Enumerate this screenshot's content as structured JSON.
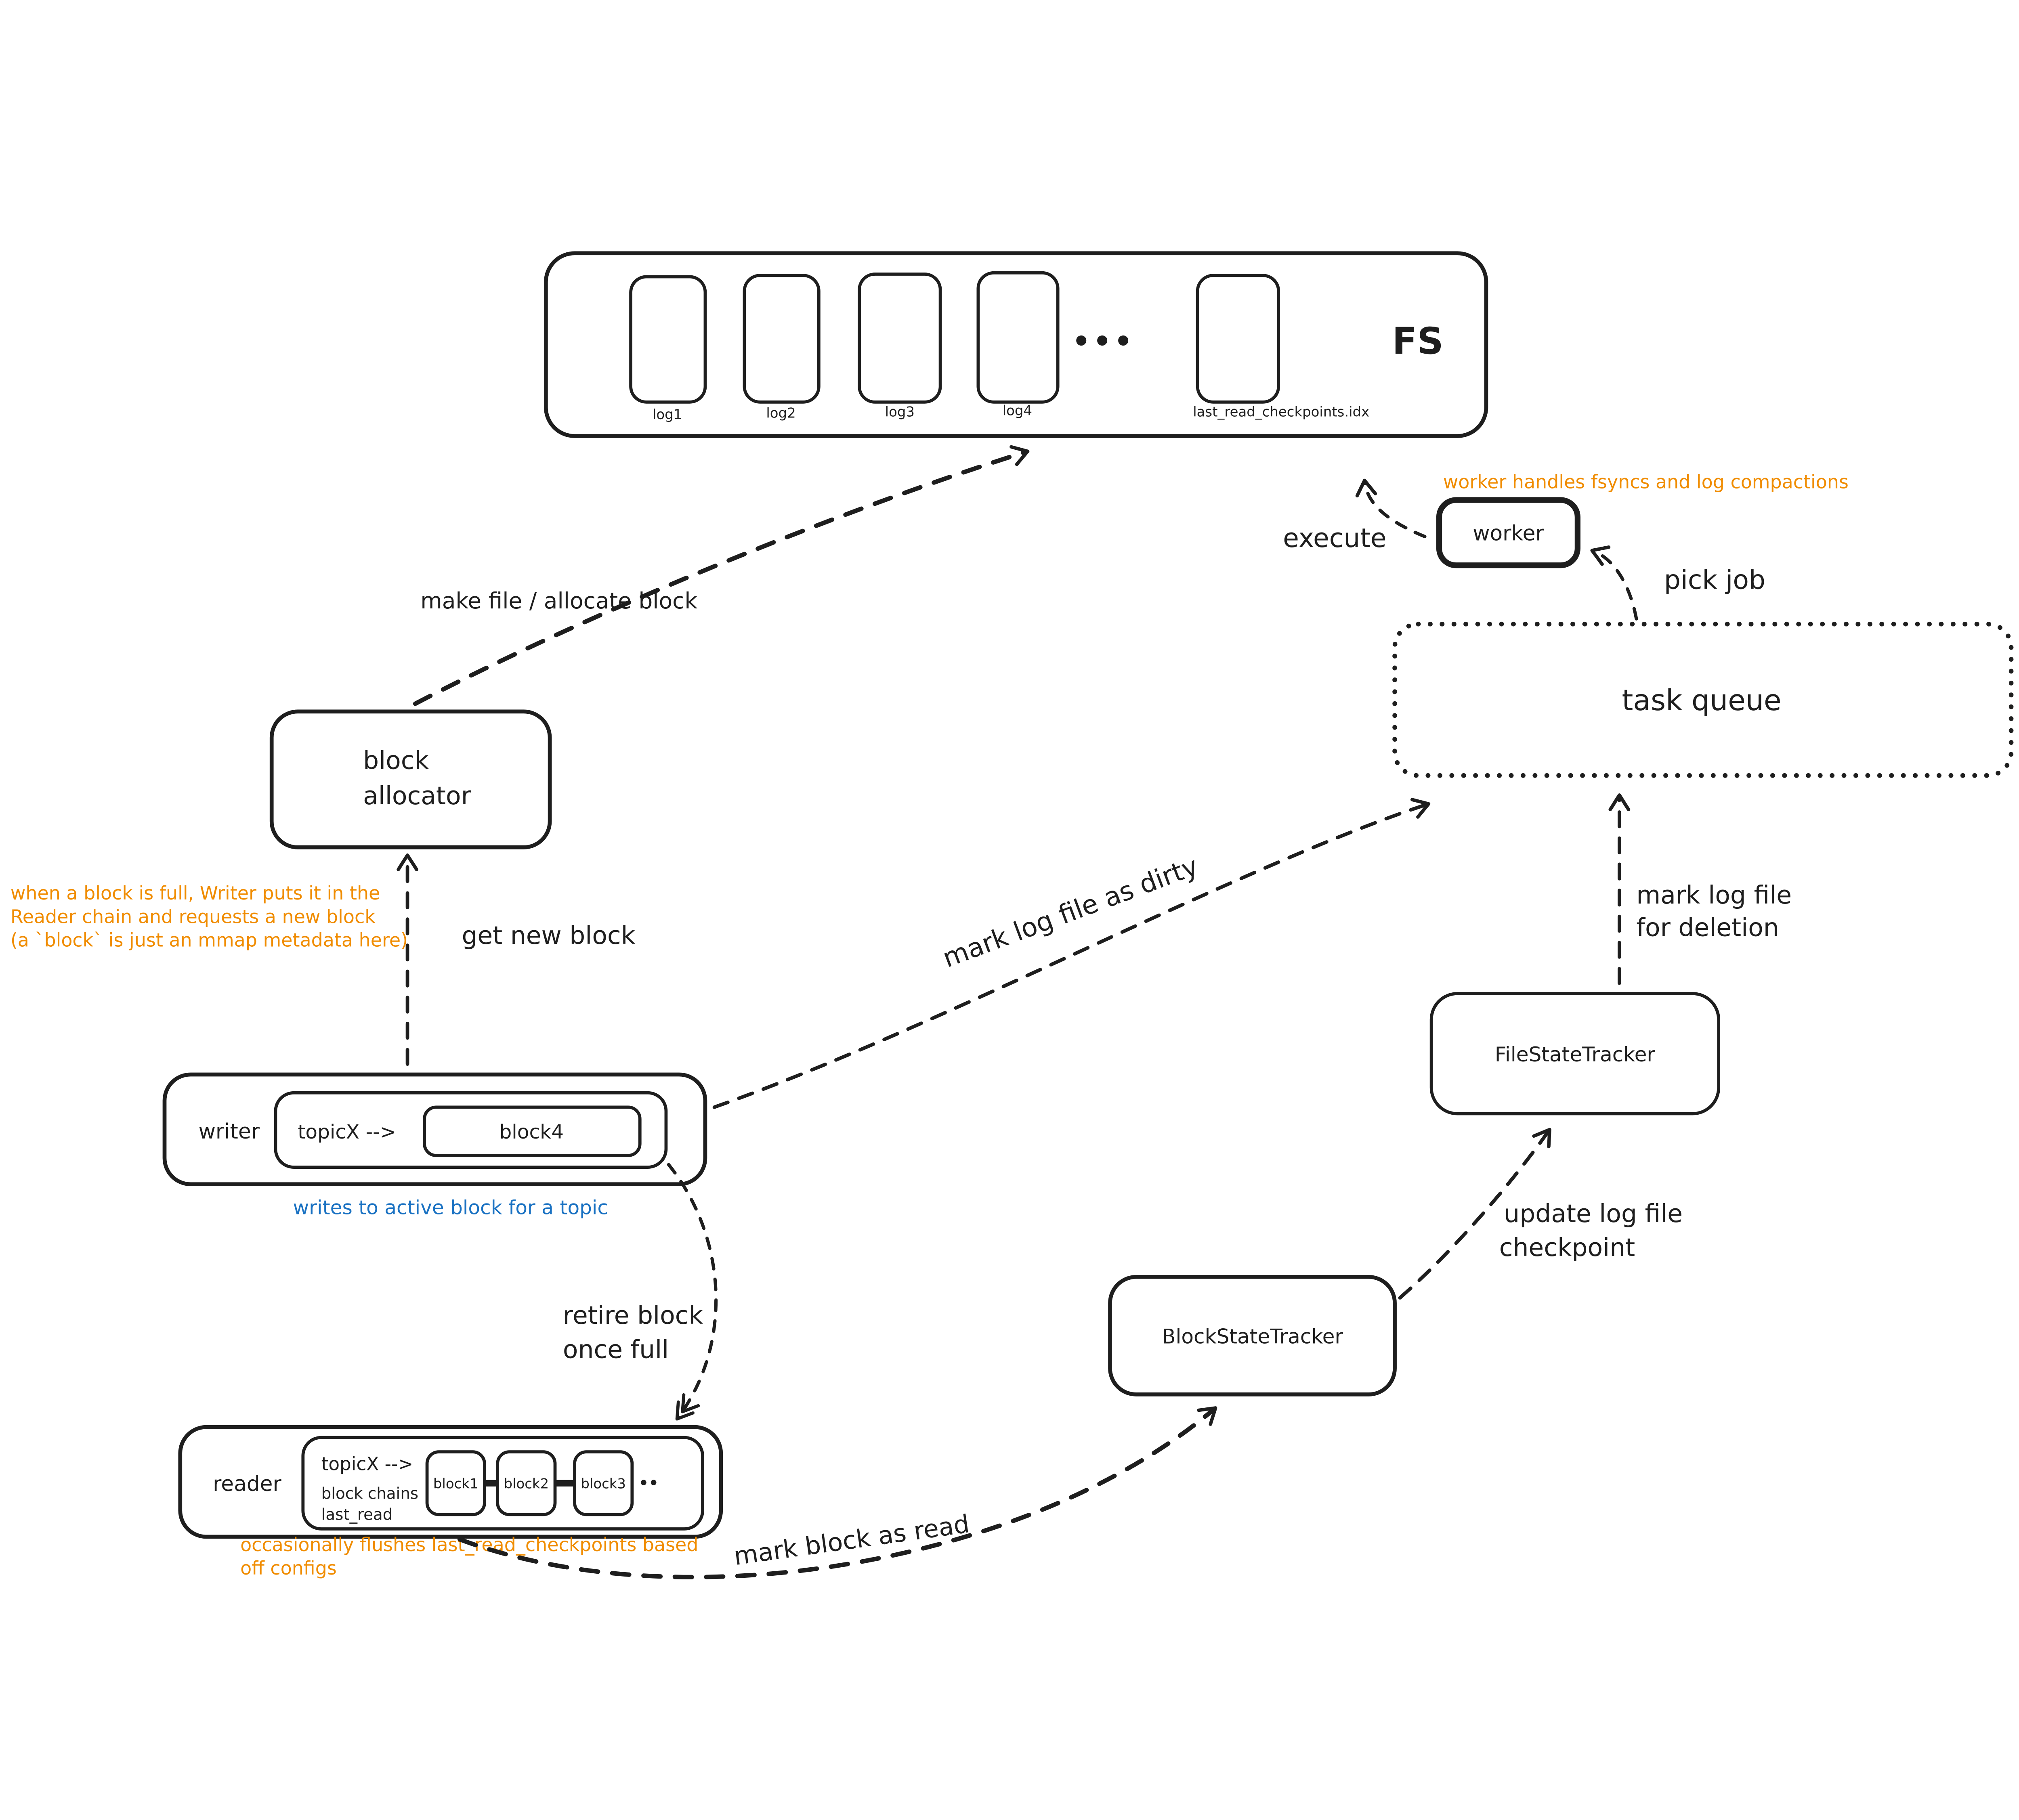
{
  "diagram": {
    "fs": {
      "label": "FS",
      "files": [
        "log1",
        "log2",
        "log3",
        "log4",
        "last_read_checkpoints.idx"
      ],
      "ellipsis": "•••"
    },
    "worker": {
      "label": "worker",
      "note": "worker handles fsyncs and log compactions"
    },
    "task_queue": {
      "label": "task queue"
    },
    "block_allocator": {
      "lines": [
        "block",
        "allocator"
      ]
    },
    "writer": {
      "label": "writer",
      "topic_label": "topicX -->",
      "active_block": "block4",
      "note": "writes to active block for a topic"
    },
    "reader": {
      "label": "reader",
      "topic_label": "topicX -->",
      "sub_labels": [
        "block chains",
        "last_read"
      ],
      "blocks": [
        "block1",
        "block2",
        "block3"
      ],
      "ellipsis": "••",
      "note_lines": [
        "occasionally flushes last_read_checkpoints based",
        "off configs"
      ]
    },
    "file_state_tracker": {
      "label": "FileStateTracker"
    },
    "block_state_tracker": {
      "label": "BlockStateTracker"
    },
    "edges": {
      "make_file": "make file / allocate block",
      "get_new_block": "get new block",
      "mark_dirty": "mark log file as dirty",
      "execute": "execute",
      "pick_job": "pick job",
      "mark_deletion_lines": [
        "mark log file",
        "for deletion"
      ],
      "update_checkpoint_lines": [
        "update log file",
        "checkpoint"
      ],
      "retire_block_lines": [
        "retire block",
        "once full"
      ],
      "mark_read": "mark block as read"
    },
    "annotations": {
      "block_full_lines": [
        "when a block is full, Writer puts it in the",
        "Reader chain and requests a new block",
        "(a `block` is just an mmap metadata here)"
      ]
    },
    "colors": {
      "ink": "#1e1e1e",
      "orange": "#f08c00",
      "blue": "#1971c2",
      "background": "#ffffff"
    }
  }
}
